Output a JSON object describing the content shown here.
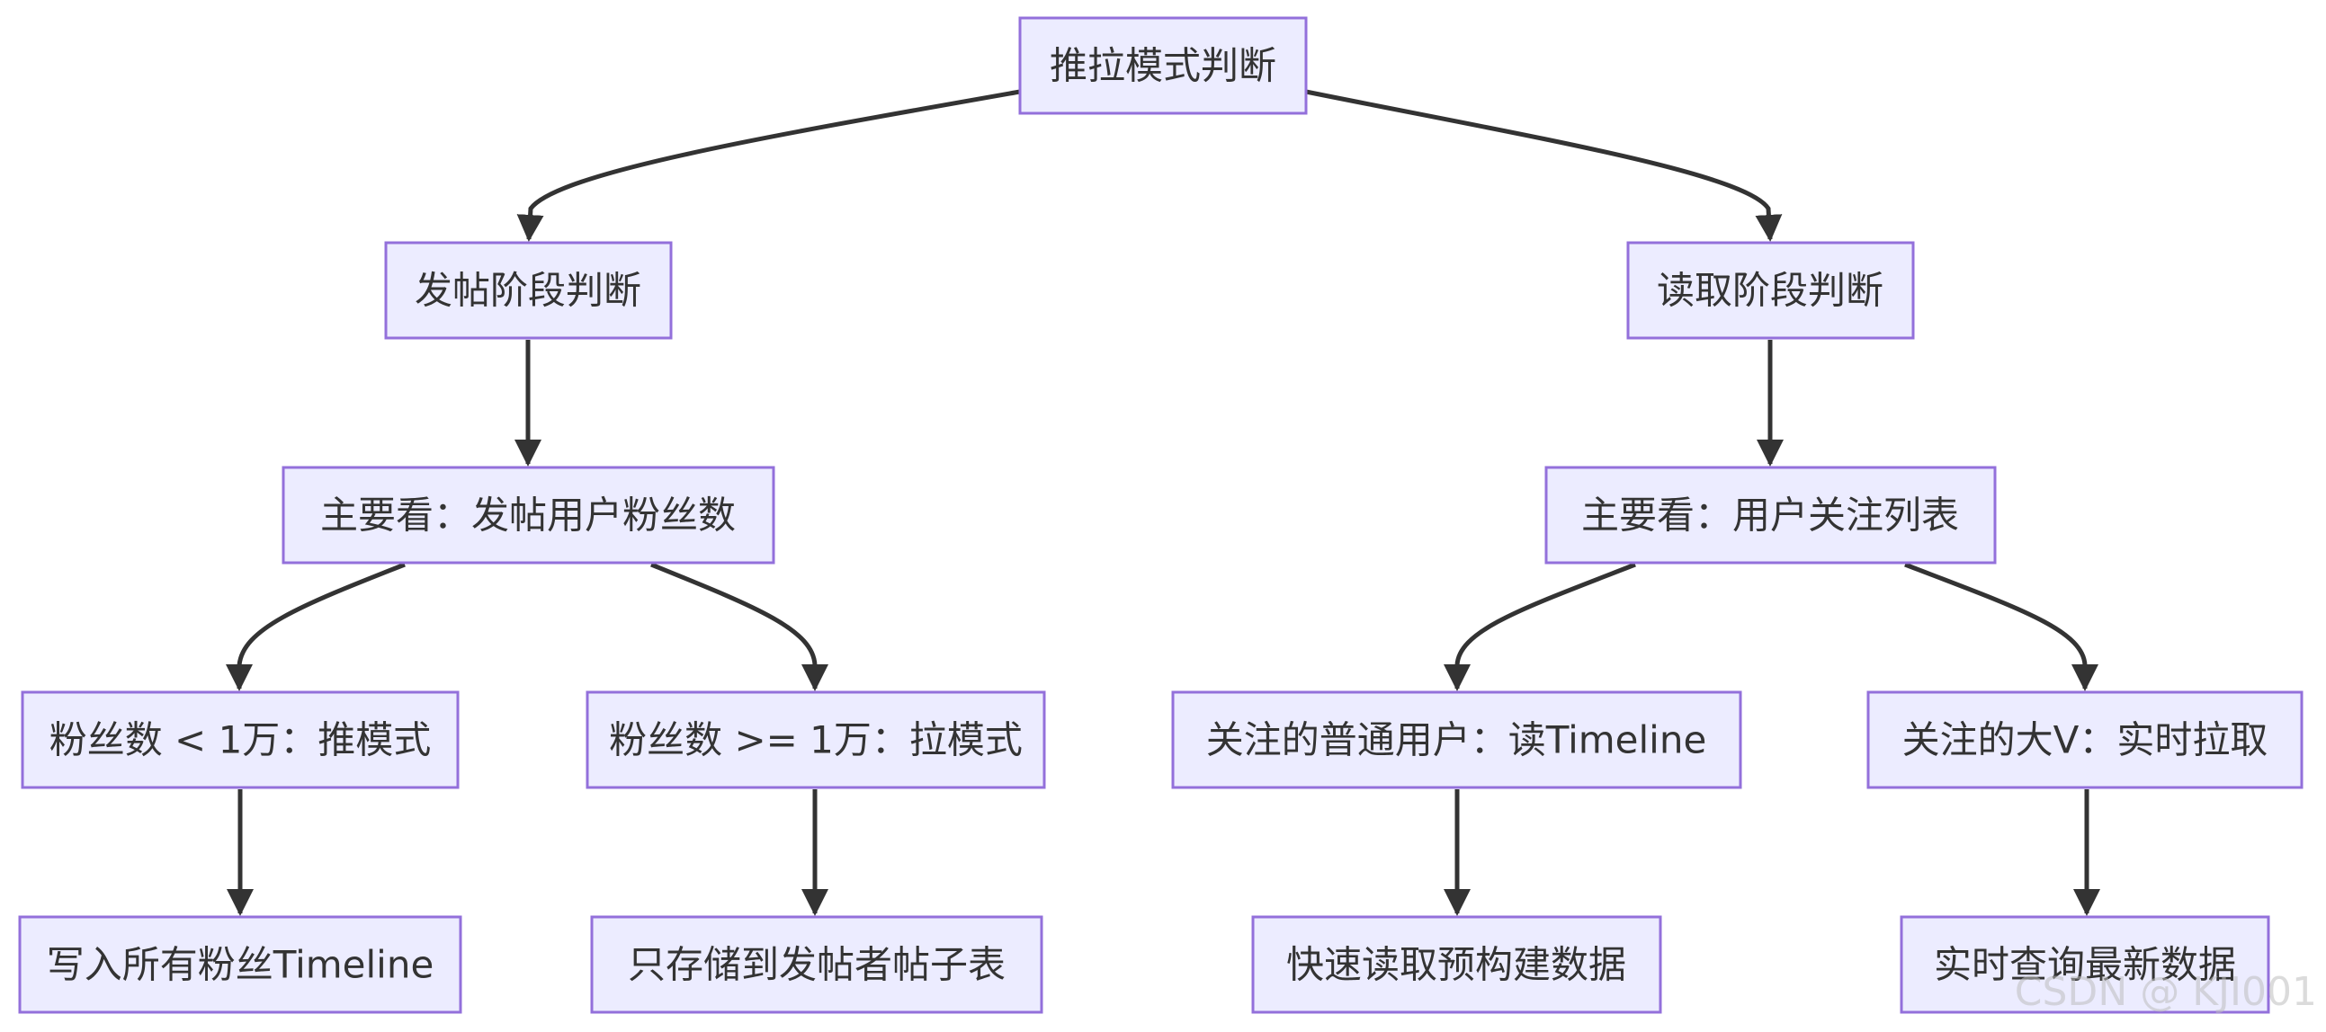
{
  "nodes": {
    "root": "推拉模式判断",
    "post": "发帖阶段判断",
    "read": "读取阶段判断",
    "post_main": "主要看：发帖用户粉丝数",
    "read_main": "主要看：用户关注列表",
    "push_case": "粉丝数 < 1万：推模式",
    "pull_case": "粉丝数 >= 1万：拉模式",
    "normal_follow": "关注的普通用户：读Timeline",
    "bigv_follow": "关注的大V：实时拉取",
    "write_all": "写入所有粉丝Timeline",
    "store_only": "只存储到发帖者帖子表",
    "fast_read": "快速读取预构建数据",
    "realtime_query": "实时查询最新数据"
  },
  "watermark": "CSDN @ KJI001",
  "colors": {
    "node_fill": "#ECECFF",
    "node_border": "#9370DB",
    "edge": "#333333",
    "text": "#333333"
  }
}
